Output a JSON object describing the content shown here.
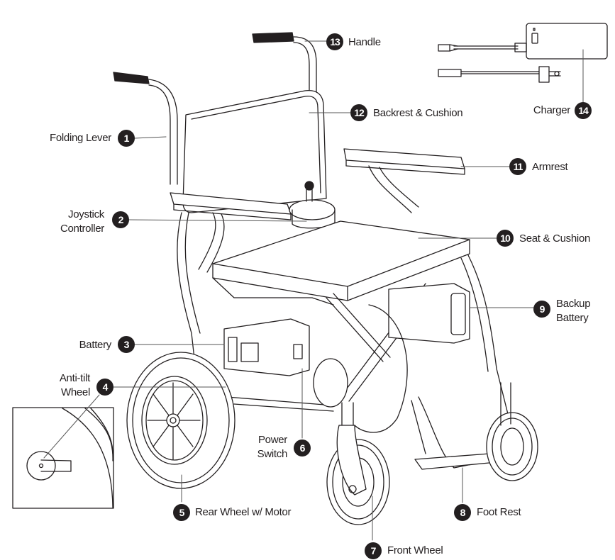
{
  "title": "Power Wheelchair Parts Diagram",
  "parts": [
    {
      "number": "1",
      "label": "Folding Lever",
      "lines": [
        "Folding Lever"
      ]
    },
    {
      "number": "2",
      "label": "Joystick Controller",
      "lines": [
        "Joystick",
        "Controller"
      ]
    },
    {
      "number": "3",
      "label": "Battery",
      "lines": [
        "Battery"
      ]
    },
    {
      "number": "4",
      "label": "Anti-tilt Wheel",
      "lines": [
        "Anti-tilt",
        "Wheel"
      ]
    },
    {
      "number": "5",
      "label": "Rear Wheel w/ Motor",
      "lines": [
        "Rear Wheel w/ Motor"
      ]
    },
    {
      "number": "6",
      "label": "Power Switch",
      "lines": [
        "Power",
        "Switch"
      ]
    },
    {
      "number": "7",
      "label": "Front Wheel",
      "lines": [
        "Front Wheel"
      ]
    },
    {
      "number": "8",
      "label": "Foot Rest",
      "lines": [
        "Foot Rest"
      ]
    },
    {
      "number": "9",
      "label": "Backup Battery",
      "lines": [
        "Backup",
        "Battery"
      ]
    },
    {
      "number": "10",
      "label": "Seat & Cushion",
      "lines": [
        "Seat & Cushion"
      ]
    },
    {
      "number": "11",
      "label": "Armrest",
      "lines": [
        "Armrest"
      ]
    },
    {
      "number": "12",
      "label": "Backrest & Cushion",
      "lines": [
        "Backrest & Cushion"
      ]
    },
    {
      "number": "13",
      "label": "Handle",
      "lines": [
        "Handle"
      ]
    },
    {
      "number": "14",
      "label": "Charger",
      "lines": [
        "Charger"
      ]
    }
  ],
  "colors": {
    "ink": "#231f20",
    "line": "#555555",
    "background": "#ffffff"
  }
}
